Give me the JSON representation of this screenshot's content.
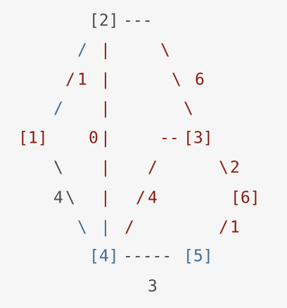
{
  "nodes": [
    {
      "key": "n2",
      "label": "[2]",
      "color": "gray"
    },
    {
      "key": "n1",
      "label": "[1]",
      "color": "red"
    },
    {
      "key": "n3",
      "label": "[3]",
      "color": "red"
    },
    {
      "key": "n6",
      "label": "[6]",
      "color": "red"
    },
    {
      "key": "n4",
      "label": "[4]",
      "color": "blue"
    },
    {
      "key": "n5",
      "label": "[5]",
      "color": "blue"
    }
  ],
  "glyphs": [
    {
      "name": "edge-2-right-dashes",
      "text": "---",
      "color": "gray"
    },
    {
      "name": "edge-2-1-slash-a",
      "text": "/",
      "color": "blue"
    },
    {
      "name": "edge-2-4-bar-a",
      "text": "|",
      "color": "red"
    },
    {
      "name": "edge-2-3-backslash-a",
      "text": "\\",
      "color": "red"
    },
    {
      "name": "edge-2-1-slash-b",
      "text": "/",
      "color": "red"
    },
    {
      "name": "weight-2-1",
      "text": "1",
      "color": "red"
    },
    {
      "name": "edge-2-4-bar-b",
      "text": "|",
      "color": "red"
    },
    {
      "name": "edge-2-3-backslash-b",
      "text": "\\",
      "color": "red"
    },
    {
      "name": "weight-2-3",
      "text": "6",
      "color": "red"
    },
    {
      "name": "edge-2-1-slash-c",
      "text": "/",
      "color": "blue"
    },
    {
      "name": "edge-2-4-bar-c",
      "text": "|",
      "color": "red"
    },
    {
      "name": "edge-2-3-backslash-c",
      "text": "\\",
      "color": "red"
    },
    {
      "name": "weight-2-4",
      "text": "0",
      "color": "red"
    },
    {
      "name": "edge-2-4-bar-d",
      "text": "|",
      "color": "red"
    },
    {
      "name": "edge-3-left-dashes",
      "text": "--",
      "color": "red"
    },
    {
      "name": "edge-1-4-backslash-a",
      "text": "\\",
      "color": "gray"
    },
    {
      "name": "edge-2-4-bar-e",
      "text": "|",
      "color": "red"
    },
    {
      "name": "edge-3-4-slash-a",
      "text": "/",
      "color": "red"
    },
    {
      "name": "edge-3-6-backslash",
      "text": "\\",
      "color": "red"
    },
    {
      "name": "weight-3-6",
      "text": "2",
      "color": "red"
    },
    {
      "name": "weight-1-4",
      "text": "4",
      "color": "gray"
    },
    {
      "name": "edge-1-4-backslash-b",
      "text": "\\",
      "color": "gray"
    },
    {
      "name": "edge-2-4-bar-f",
      "text": "|",
      "color": "red"
    },
    {
      "name": "edge-3-4-slash-b",
      "text": "/",
      "color": "red"
    },
    {
      "name": "weight-3-4",
      "text": "4",
      "color": "red"
    },
    {
      "name": "edge-1-4-backslash-c",
      "text": "\\",
      "color": "blue"
    },
    {
      "name": "edge-2-4-bar-g",
      "text": "|",
      "color": "blue"
    },
    {
      "name": "edge-3-4-slash-c",
      "text": "/",
      "color": "red"
    },
    {
      "name": "edge-6-5-slash",
      "text": "/",
      "color": "red"
    },
    {
      "name": "weight-6-5",
      "text": "1",
      "color": "red"
    },
    {
      "name": "edge-4-5-dashes",
      "text": "-----",
      "color": "gray"
    },
    {
      "name": "weight-4-5",
      "text": "3",
      "color": "gray"
    }
  ]
}
